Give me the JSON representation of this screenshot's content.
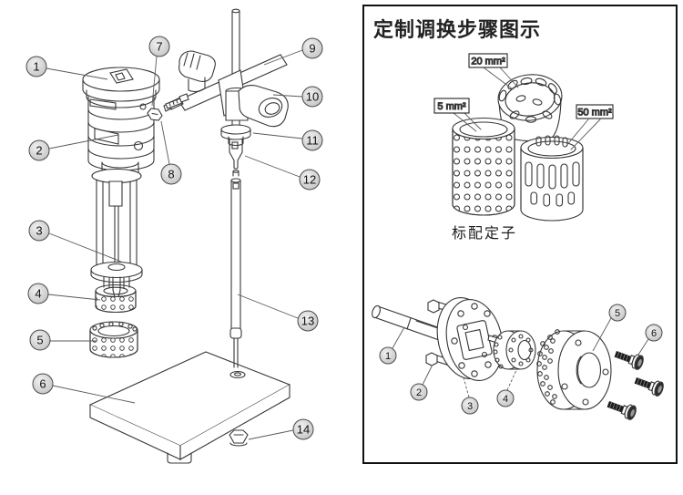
{
  "left_diagram": {
    "callouts": [
      "1",
      "2",
      "3",
      "4",
      "5",
      "6",
      "7",
      "8",
      "9",
      "10",
      "11",
      "12",
      "13",
      "14"
    ]
  },
  "right_panel": {
    "title": "定制调换步骤图示",
    "stator_labels": [
      "20 mm²",
      "5 mm²",
      "50 mm²"
    ],
    "caption": "标配定子",
    "exploded_callouts": [
      "1",
      "2",
      "3",
      "4",
      "5",
      "6"
    ]
  }
}
